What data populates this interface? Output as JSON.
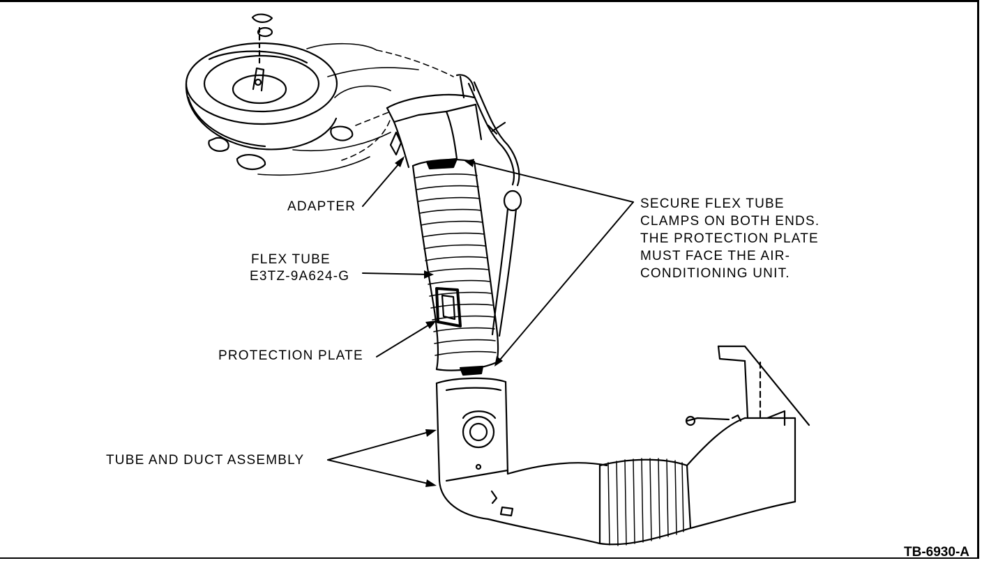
{
  "labels": {
    "adapter": "ADAPTER",
    "flex_tube_line1": "FLEX TUBE",
    "flex_tube_line2": "E3TZ-9A624-G",
    "protection_plate": "PROTECTION PLATE",
    "tube_duct": "TUBE AND DUCT ASSEMBLY",
    "note_line1": "SECURE FLEX TUBE",
    "note_line2": "CLAMPS ON BOTH ENDS.",
    "note_line3": "THE PROTECTION PLATE",
    "note_line4": "MUST FACE THE AIR-",
    "note_line5": "CONDITIONING UNIT."
  },
  "figure_id": "TB-6930-A"
}
